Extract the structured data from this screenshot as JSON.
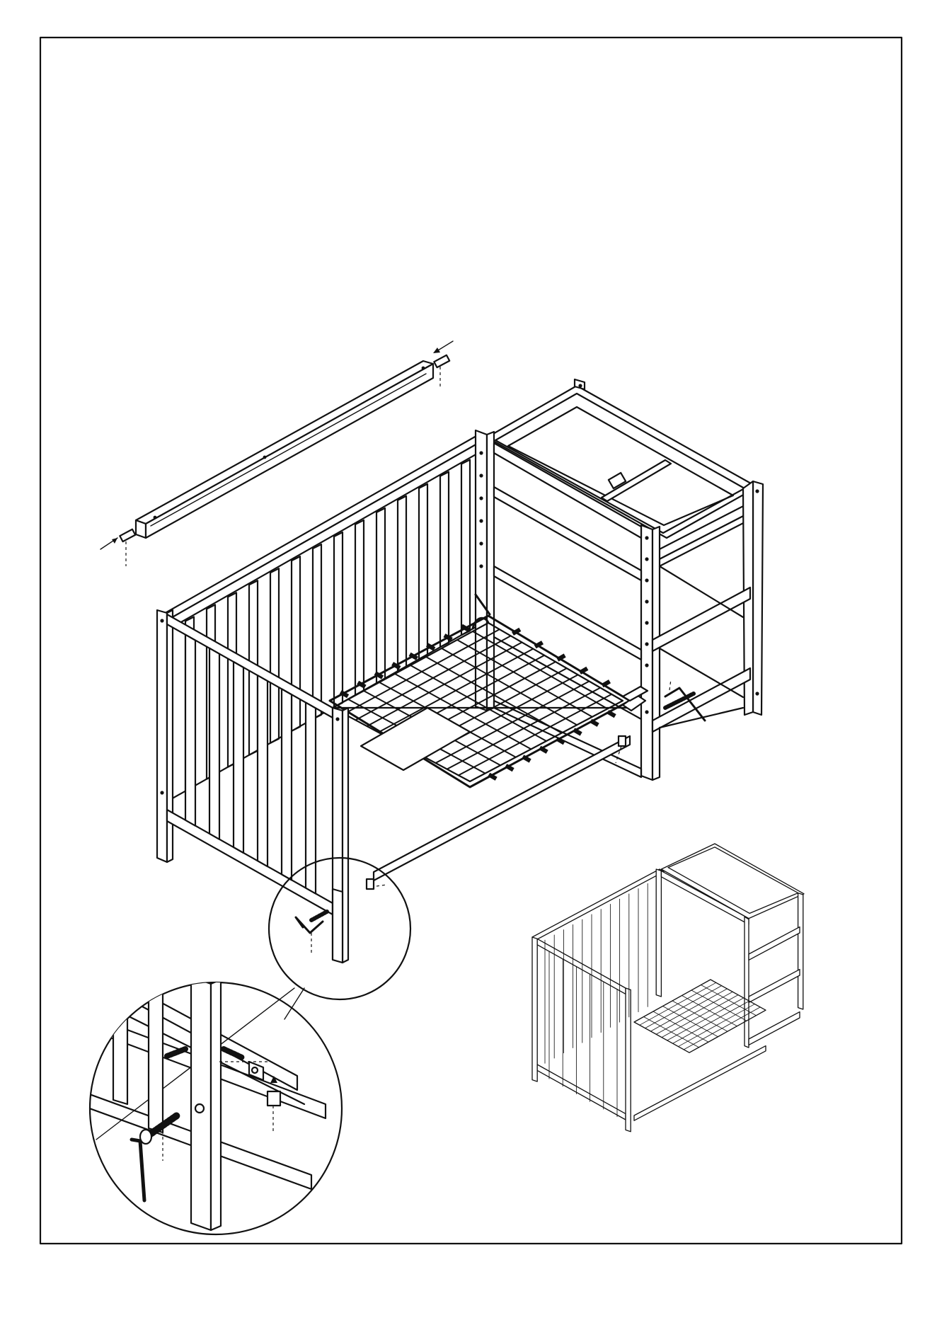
{
  "page": {
    "footer_code": "",
    "frame_color": "#111111",
    "background_color": "#ffffff"
  },
  "illustration": {
    "main": "crib-with-changing-table-assembly-step",
    "parts": [
      "top-rail",
      "dowel-pins",
      "side-panel",
      "front-panel",
      "mattress-spring-base",
      "changing-table-unit",
      "allen-key",
      "bolt",
      "barrel-nut"
    ]
  }
}
